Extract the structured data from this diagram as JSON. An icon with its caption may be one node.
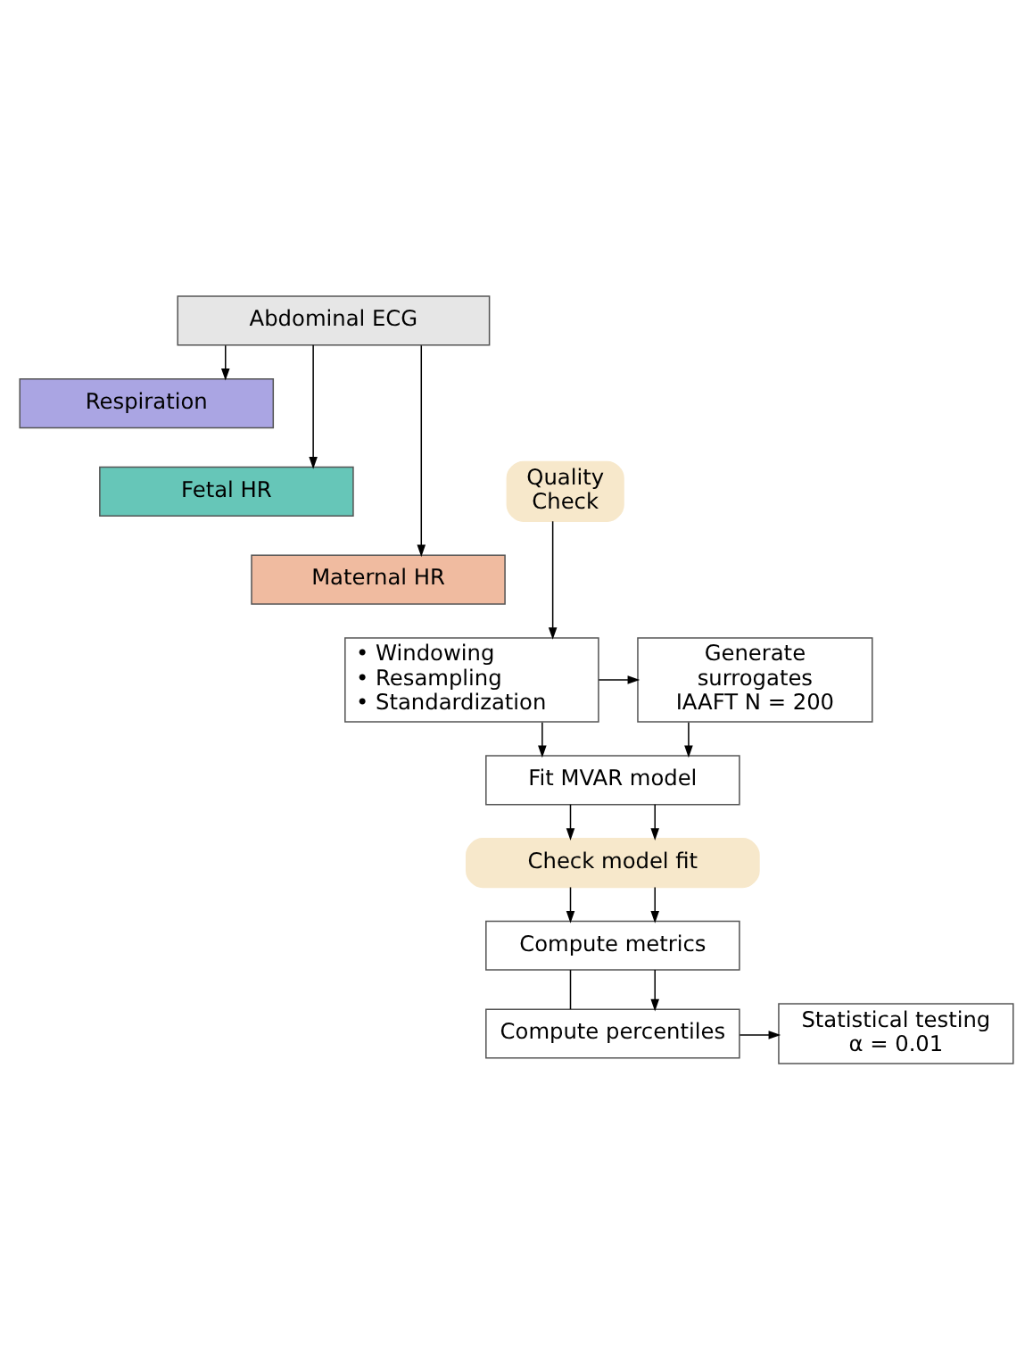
{
  "diagram": {
    "nodes": [
      {
        "text": [
          "Abdominal ECG"
        ]
      },
      {
        "text": [
          "Respiration"
        ]
      },
      {
        "text": [
          "Fetal HR"
        ]
      },
      {
        "text": [
          "Maternal HR"
        ]
      },
      {
        "text": [
          "Quality Check"
        ]
      },
      {
        "text": [
          "• Windowing",
          "• Resampling",
          "• Standardization"
        ]
      },
      {
        "text": [
          "Generate surrogates IAAFT N = 200"
        ]
      },
      {
        "text": [
          "Fit MVAR model"
        ]
      },
      {
        "text": [
          "Check model fit"
        ]
      },
      {
        "text": [
          "Compute metrics"
        ]
      },
      {
        "text": [
          "Compute percentiles"
        ]
      },
      {
        "text": [
          "Statistical testing α = 0.01"
        ]
      }
    ],
    "edges": [
      {
        "from": 0,
        "to": 1,
        "arrow": "to"
      },
      {
        "from": 0,
        "to": 2,
        "arrow": "to"
      },
      {
        "from": 0,
        "to": 3,
        "arrow": "to"
      },
      {
        "from": 4,
        "to": 5,
        "arrow": "to"
      },
      {
        "from": 5,
        "to": 6,
        "arrow": "to"
      },
      {
        "from": 5,
        "to": 7,
        "arrow": "to"
      },
      {
        "from": 6,
        "to": 7,
        "arrow": "to"
      },
      {
        "from": 7,
        "to": 8,
        "arrow": "to"
      },
      {
        "from": 7,
        "to": 8,
        "arrow": "to"
      },
      {
        "from": 8,
        "to": 9,
        "arrow": "to"
      },
      {
        "from": 8,
        "to": 9,
        "arrow": "to"
      },
      {
        "from": 9,
        "to": 10,
        "arrow": "none"
      },
      {
        "from": 9,
        "to": 10,
        "arrow": "to"
      },
      {
        "from": 10,
        "to": 11,
        "arrow": "to"
      }
    ]
  }
}
